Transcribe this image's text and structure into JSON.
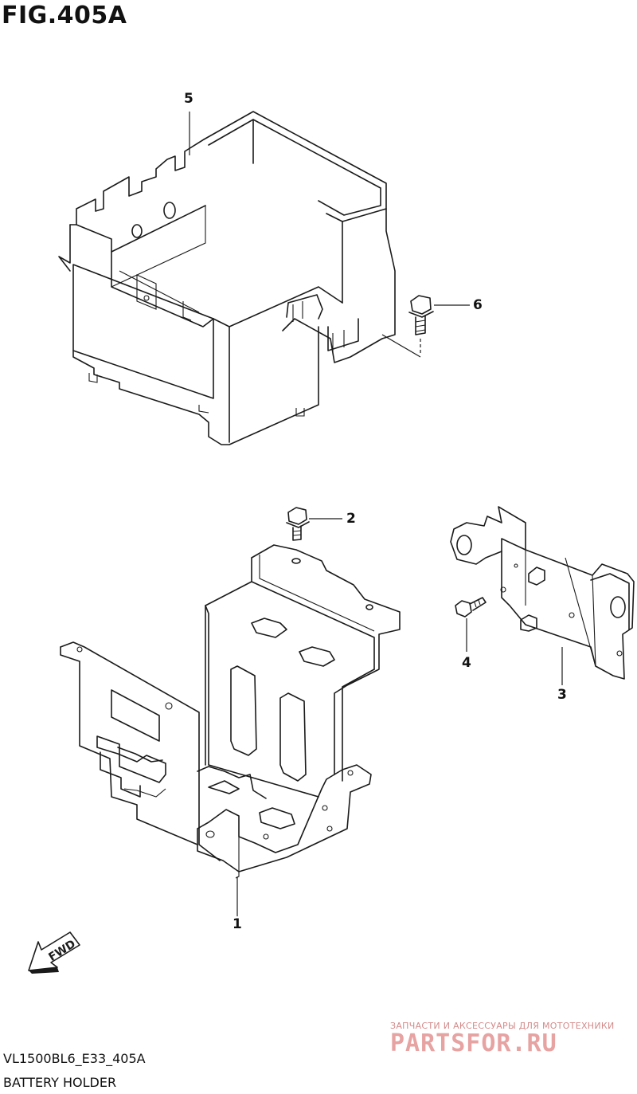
{
  "figure": {
    "title": "FIG.405A",
    "code": "VL1500BL6_E33_405A",
    "caption": "BATTERY HOLDER"
  },
  "callouts": [
    "5",
    "6",
    "2",
    "3",
    "4",
    "1"
  ],
  "fwd_label": "FWD",
  "parts": [
    {
      "number": "1",
      "name": "battery-tray"
    },
    {
      "number": "2",
      "name": "tray-bolt"
    },
    {
      "number": "3",
      "name": "holder-bracket"
    },
    {
      "number": "4",
      "name": "bracket-bolt"
    },
    {
      "number": "5",
      "name": "battery-box"
    },
    {
      "number": "6",
      "name": "box-bolt"
    }
  ],
  "watermark": {
    "tagline": "ЗАПЧАСТИ И АКСЕССУАРЫ ДЛЯ МОТОТЕХНИКИ",
    "brand": "PARTSFOR.RU",
    "color": "#e7a2a2"
  }
}
